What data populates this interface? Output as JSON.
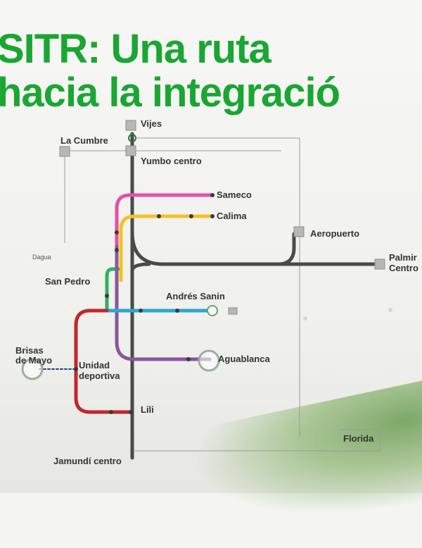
{
  "headline": {
    "line1": "SITR: Una ruta",
    "line2": "hacia la integració"
  },
  "colors": {
    "headline": "#1aa633",
    "trunk": "#4a4a4a",
    "pink": "#e54fa9",
    "yellow": "#f2c424",
    "green": "#2db35e",
    "blue": "#29a8cf",
    "purple": "#8a569c",
    "red": "#c0272d",
    "navy": "#1e3f91"
  },
  "stations": {
    "vijes": "Vijes",
    "la_cumbre": "La Cumbre",
    "yumbo_centro": "Yumbo centro",
    "sameco": "Sameco",
    "calima": "Calima",
    "aeropuerto": "Aeropuerto",
    "palmira_centro_1": "Palmir",
    "palmira_centro_2": "Centro",
    "dagua": "Dagua",
    "san_pedro": "San Pedro",
    "andres_sanin": "Andrés Sanin",
    "brisas_1": "Brisas",
    "brisas_2": "de Mayo",
    "unidad_1": "Unidad",
    "unidad_2": "deportiva",
    "aguablanca": "Aguablanca",
    "lili": "Lili",
    "florida": "Florida",
    "jamundi_centro": "Jamundí centro"
  }
}
